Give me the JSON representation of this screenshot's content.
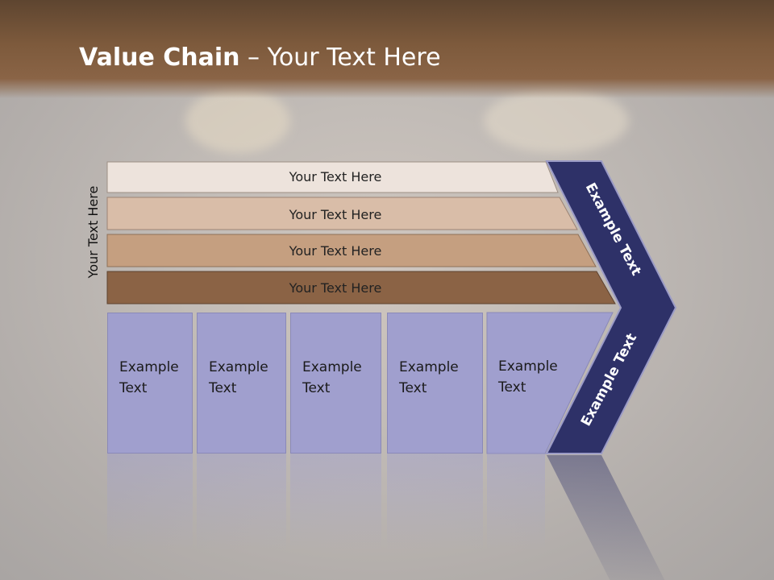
{
  "slide": {
    "title_bold": "Value Chain",
    "title_rest": " – Your Text Here",
    "side_label": "Your Text Here"
  },
  "bars": [
    {
      "label": "Your Text Here",
      "color": "#ede3dc"
    },
    {
      "label": "Your Text Here",
      "color": "#d9bda8"
    },
    {
      "label": "Your Text Here",
      "color": "#c59f80"
    },
    {
      "label": "Your Text Here",
      "color": "#8b6345"
    }
  ],
  "cells": [
    {
      "line1": "Example",
      "line2": "Text"
    },
    {
      "line1": "Example",
      "line2": "Text"
    },
    {
      "line1": "Example",
      "line2": "Text"
    },
    {
      "line1": "Example",
      "line2": "Text"
    },
    {
      "line1": "Example",
      "line2": "Text"
    }
  ],
  "chevron": {
    "upper_label": "Example Text",
    "lower_label": "Example Text",
    "color": "#2e3168"
  }
}
